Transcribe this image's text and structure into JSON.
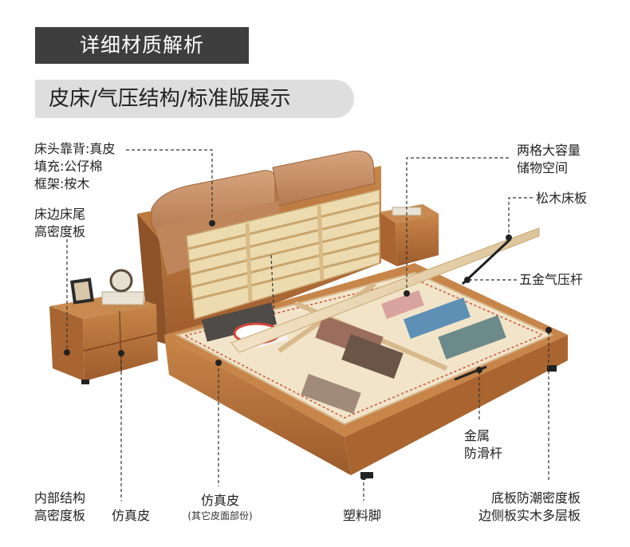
{
  "header": {
    "title": "详细材质解析",
    "subtitle": "皮床/气压结构/标准版展示"
  },
  "labels": {
    "headboard_lines": [
      "床头靠背:真皮",
      "填充:公仔棉",
      "框架:桉木"
    ],
    "bed_tail_lines": [
      "床边床尾",
      "高密度板"
    ],
    "storage_lines": [
      "两格大容量",
      "储物空间"
    ],
    "slats": "松木床板",
    "gas_strut": "五金气压杆",
    "metal_lines": [
      "金属",
      "防滑杆"
    ],
    "inner_lines": [
      "内部结构",
      "高密度板"
    ],
    "faux_leather_left": "仿真皮",
    "faux_leather_mid": "仿真皮",
    "faux_leather_mid_note": "(其它皮面部份)",
    "plastic_feet": "塑料脚",
    "bottom_right_lines": [
      "底板防潮密度板",
      "边侧板实木多层板"
    ]
  },
  "colors": {
    "header_bg": "#3e3e3e",
    "subtitle_bg": "#dedede",
    "leather": "#b8743f",
    "leather_dark": "#8d5228",
    "headrest": "#c5906a",
    "wood": "#e6cf9c",
    "board": "#f0dfc2",
    "leader": "#333333"
  }
}
